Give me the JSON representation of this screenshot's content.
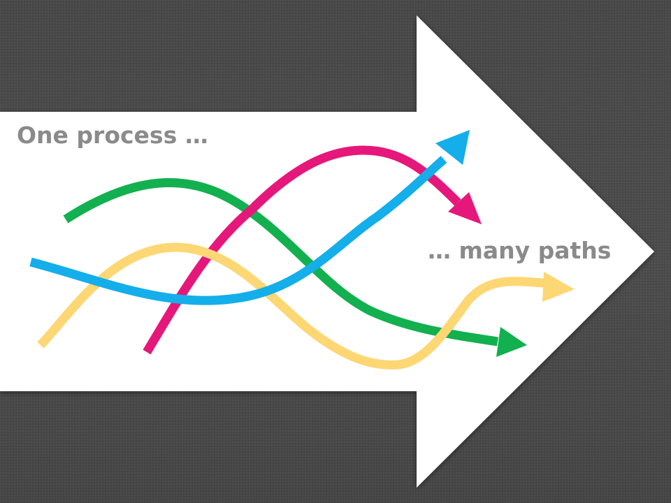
{
  "slide": {
    "caption_start": "One process …",
    "caption_end": "… many paths"
  },
  "colors": {
    "background": "#4a4a4a",
    "arrow": "#ffffff",
    "text": "#8a8a8a",
    "path_green": "#12b04f",
    "path_pink": "#e6177a",
    "path_blue": "#14aeea",
    "path_yellow": "#fdd774"
  },
  "paths": [
    {
      "color_name": "green",
      "icon": "arrow-path-icon"
    },
    {
      "color_name": "pink",
      "icon": "arrow-path-icon"
    },
    {
      "color_name": "blue",
      "icon": "arrow-path-icon"
    },
    {
      "color_name": "yellow",
      "icon": "arrow-path-icon"
    }
  ]
}
